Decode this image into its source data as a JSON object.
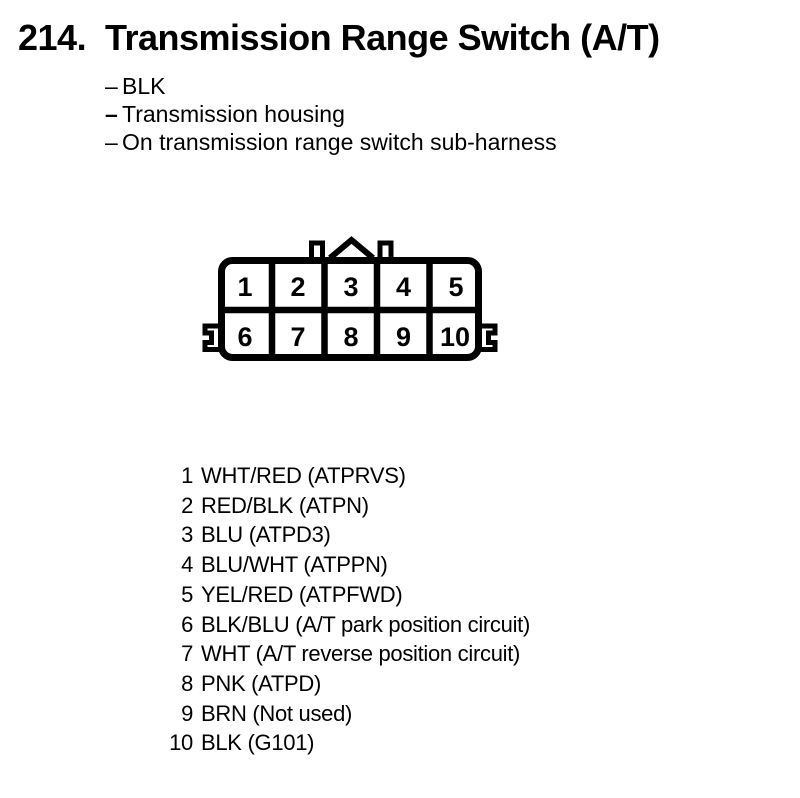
{
  "header": {
    "number": "214.",
    "title": "Transmission Range Switch (A/T)",
    "bullet_char": "–",
    "notes": [
      "BLK",
      "Transmission housing",
      "On transmission range switch sub-harness"
    ]
  },
  "connector": {
    "rows": 2,
    "columns": 5,
    "top_row": [
      "1",
      "2",
      "3",
      "4",
      "5"
    ],
    "bottom_row": [
      "6",
      "7",
      "8",
      "9",
      "10"
    ]
  },
  "pins": [
    {
      "num": "1",
      "desc": "WHT/RED (ATPRVS)"
    },
    {
      "num": "2",
      "desc": "RED/BLK (ATPN)"
    },
    {
      "num": "3",
      "desc": "BLU (ATPD3)"
    },
    {
      "num": "4",
      "desc": "BLU/WHT (ATPPN)"
    },
    {
      "num": "5",
      "desc": "YEL/RED (ATPFWD)"
    },
    {
      "num": "6",
      "desc": "BLK/BLU (A/T park position circuit)"
    },
    {
      "num": "7",
      "desc": "WHT (A/T reverse position circuit)"
    },
    {
      "num": "8",
      "desc": "PNK (ATPD)"
    },
    {
      "num": "9",
      "desc": "BRN (Not used)"
    },
    {
      "num": "10",
      "desc": "BLK (G101)"
    }
  ],
  "colors": {
    "ink": "#000000",
    "background": "#ffffff"
  }
}
